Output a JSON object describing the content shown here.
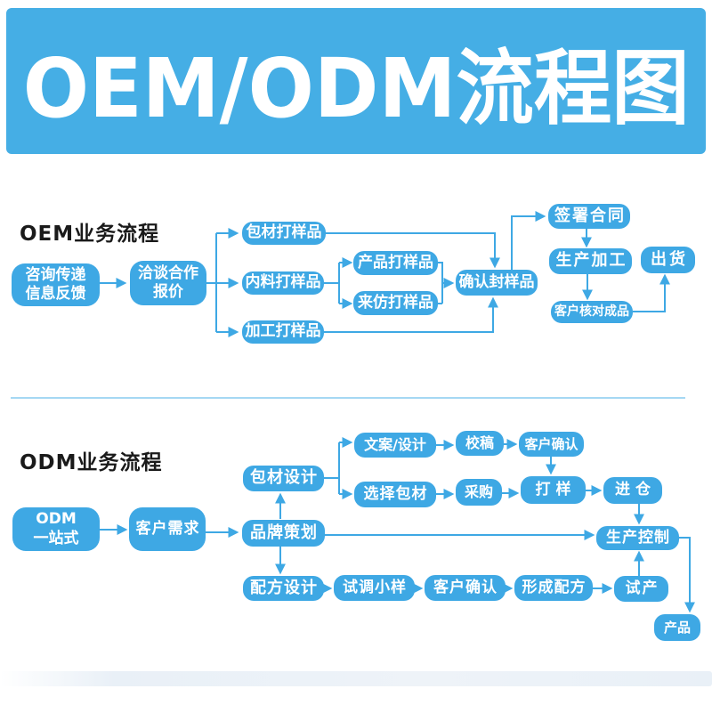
{
  "banner": {
    "title": "OEM/ODM流程图"
  },
  "colors": {
    "banner_blue": "#45AEE5",
    "box_blue": "#3EA8E4",
    "arrow_blue": "#3EA8E4",
    "heading_black": "#1a1a1a",
    "divider_blue": "#a5d8f3"
  },
  "oem": {
    "heading": "OEM业务流程",
    "nodes": [
      {
        "id": "consult-feedback",
        "line1": "咨询传递",
        "line2": "信息反馈"
      },
      {
        "id": "negotiate-quote",
        "line1": "洽谈合作",
        "line2": "报价"
      },
      {
        "id": "packaging-sample",
        "label": "包材打样品"
      },
      {
        "id": "material-sample",
        "label": "内料打样品"
      },
      {
        "id": "processing-sample",
        "label": "加工打样品"
      },
      {
        "id": "product-sample",
        "label": "产品打样品"
      },
      {
        "id": "imitation-sample",
        "label": "来仿打样品"
      },
      {
        "id": "confirm-sealed-sample",
        "label": "确认封样品"
      },
      {
        "id": "sign-contract",
        "label": "签署合同"
      },
      {
        "id": "production-processing",
        "label": "生产加工"
      },
      {
        "id": "shipment",
        "label": "出货"
      },
      {
        "id": "customer-check-finished",
        "label": "客户核对成品"
      }
    ]
  },
  "odm": {
    "heading": "ODM业务流程",
    "nodes": [
      {
        "id": "odm-onestop",
        "line1": "ODM",
        "line2": "一站式"
      },
      {
        "id": "customer-needs",
        "label": "客户需求"
      },
      {
        "id": "packaging-design",
        "label": "包材设计"
      },
      {
        "id": "brand-planning",
        "label": "品牌策划"
      },
      {
        "id": "formula-design",
        "label": "配方设计"
      },
      {
        "id": "copy-design",
        "label": "文案/设计"
      },
      {
        "id": "proofreading",
        "label": "校稿"
      },
      {
        "id": "customer-confirm-1",
        "label": "客户确认"
      },
      {
        "id": "select-packaging",
        "label": "选择包材"
      },
      {
        "id": "purchasing",
        "label": "采购"
      },
      {
        "id": "sampling",
        "label": "打样"
      },
      {
        "id": "warehousing",
        "label": "进仓"
      },
      {
        "id": "production-control",
        "label": "生产控制"
      },
      {
        "id": "trial-small-sample",
        "label": "试调小样"
      },
      {
        "id": "customer-confirm-2",
        "label": "客户确认"
      },
      {
        "id": "form-formula",
        "label": "形成配方"
      },
      {
        "id": "trial-production",
        "label": "试产"
      },
      {
        "id": "product",
        "label": "产品"
      }
    ]
  }
}
